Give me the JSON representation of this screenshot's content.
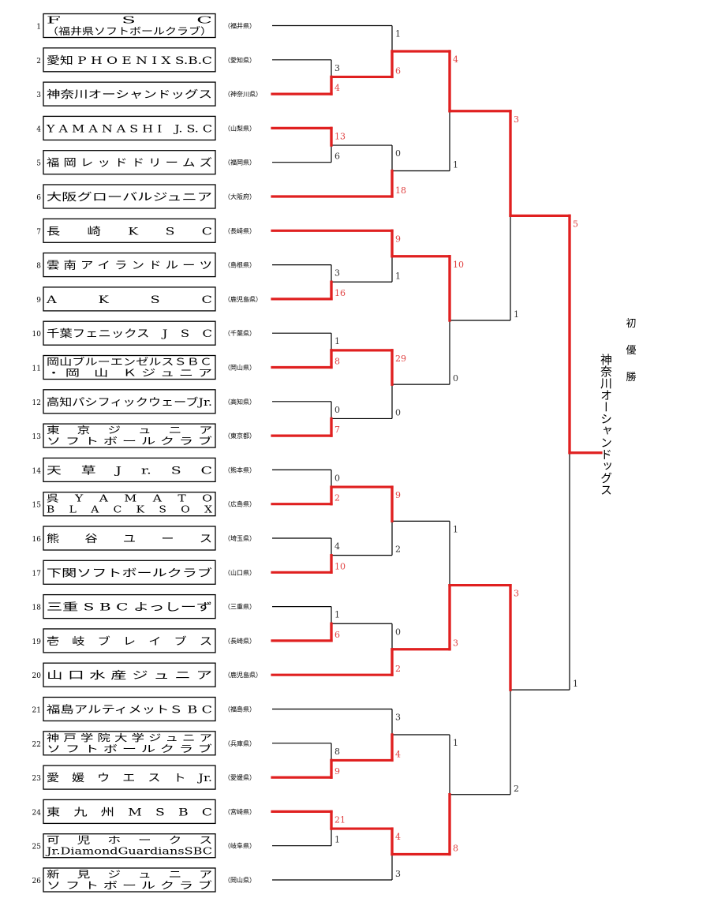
{
  "teams": [
    {
      "seed": "1",
      "name": [
        "F　　　S　　　C",
        "（福井県ソフトボールクラブ）"
      ],
      "pref": "（福井県）"
    },
    {
      "seed": "2",
      "name": [
        "愛知 P H O E N I X S.B.C"
      ],
      "pref": "（愛知県）"
    },
    {
      "seed": "3",
      "name": [
        "神奈川オーシャンドッグス"
      ],
      "pref": "（神奈川県）"
    },
    {
      "seed": "4",
      "name": [
        "Y A M A N A S H I　J. S. C"
      ],
      "pref": "（山梨県）"
    },
    {
      "seed": "5",
      "name": [
        "福 岡 レ ッ ド ド リ ー ム ズ"
      ],
      "pref": "（福岡県）"
    },
    {
      "seed": "6",
      "name": [
        "大阪グローバルジュニア"
      ],
      "pref": "（大阪府）"
    },
    {
      "seed": "7",
      "name": [
        "長　　崎　　K　　S　　C"
      ],
      "pref": "（長崎県）"
    },
    {
      "seed": "8",
      "name": [
        "雲 南 ア イ ラ ン ド ル ー ツ"
      ],
      "pref": "（島根県）"
    },
    {
      "seed": "9",
      "name": [
        "A　　　K　　　S　　　C"
      ],
      "pref": "（鹿児島県）"
    },
    {
      "seed": "10",
      "name": [
        "千葉フェニックス　J　S　C"
      ],
      "pref": "（千葉県）"
    },
    {
      "seed": "11",
      "name": [
        "岡山ブルーエンゼルスＳＢＣ",
        "・ 岡　山　Ｋ ジ ュ ニ ア"
      ],
      "pref": "（岡山県）"
    },
    {
      "seed": "12",
      "name": [
        "高知パシフィックウェーブJr."
      ],
      "pref": "（高知県）"
    },
    {
      "seed": "13",
      "name": [
        "東　 京　 ジ　 ュ　 ニ　 ア",
        "ソ フ ト ボ ー ル ク ラ ブ"
      ],
      "pref": "（東京都）"
    },
    {
      "seed": "14",
      "name": [
        "天　 草　 J　 r.　 S　 C"
      ],
      "pref": "（熊本県）"
    },
    {
      "seed": "15",
      "name": [
        "呉　 Y　 A　 M　 A　 T　 O",
        "B　 L　 A　 C　 K　 S　 O　 X"
      ],
      "pref": "（広島県）"
    },
    {
      "seed": "16",
      "name": [
        "熊　　谷　　ユ　　ー　　ス"
      ],
      "pref": "（埼玉県）"
    },
    {
      "seed": "17",
      "name": [
        "下関ソフトボールクラブ"
      ],
      "pref": "（山口県）"
    },
    {
      "seed": "18",
      "name": [
        "三重 S B C よっしーず"
      ],
      "pref": "（三重県）"
    },
    {
      "seed": "19",
      "name": [
        "壱　岐　ブ　レ　イ　ブ　ス"
      ],
      "pref": "（長崎県）"
    },
    {
      "seed": "20",
      "name": [
        "山 口 水 産 ジ ュ ニ ア"
      ],
      "pref": "（鹿児島県）"
    },
    {
      "seed": "21",
      "name": [
        "福島アルティメットＳ B C"
      ],
      "pref": "（福島県）"
    },
    {
      "seed": "22",
      "name": [
        "神 戸 学 院 大 学 ジ ュ ニ ア",
        "ソ フ ト ボ ー ル ク ラ ブ"
      ],
      "pref": "（兵庫県）"
    },
    {
      "seed": "23",
      "name": [
        "愛　媛　ウ　エ　ス　ト　Jr."
      ],
      "pref": "（愛媛県）"
    },
    {
      "seed": "24",
      "name": [
        "東　九　州　M　S　B　C"
      ],
      "pref": "（宮崎県）"
    },
    {
      "seed": "25",
      "name": [
        "可　 児　 ホ　 ー　 ク　 ス",
        "Jr.DiamondGuardiansSBC"
      ],
      "pref": "（岐阜県）"
    },
    {
      "seed": "26",
      "name": [
        "新　 見　 ジ　 ュ　 ニ　 ア",
        "ソ フ ト ボ ー ル ク ラ ブ"
      ],
      "pref": "（岡山県）"
    }
  ],
  "champion": {
    "label": [
      "初",
      "優",
      "勝"
    ],
    "name": "神奈川オーシャンドッグス"
  },
  "colors": {
    "winner": "#e02020",
    "line": "#000000",
    "win_score": "#e04040",
    "lose_score": "#333333"
  }
}
